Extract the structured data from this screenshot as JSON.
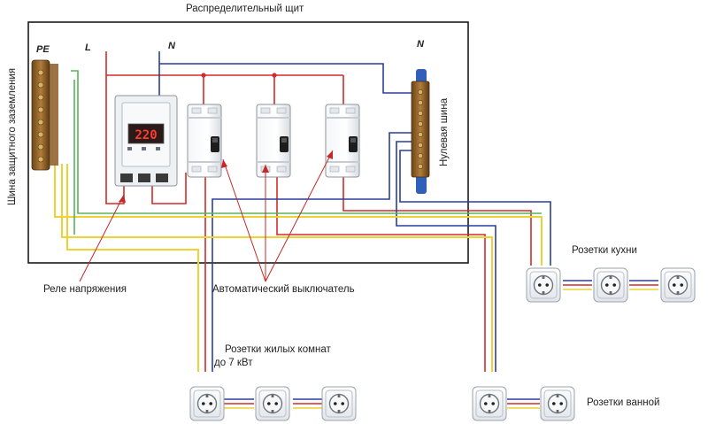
{
  "panel_title": "Распределительный щит",
  "terminals": {
    "pe": "PE",
    "line": "L",
    "neutral_top": "N",
    "neutral_bus": "N"
  },
  "side_labels": {
    "ground_bus": "Шина защитного заземления",
    "neutral_bus": "Нулевая шина"
  },
  "relay_display": "220",
  "callouts": {
    "voltage_relay": "Реле напряжения",
    "circuit_breaker": "Автоматический выключатель",
    "living_rooms_line1": "Розетки жилых комнат",
    "living_rooms_line2": "до 7 кВт",
    "kitchen": "Розетки кухни",
    "bathroom": "Розетки ванной"
  },
  "colors": {
    "phase": "#d42a2a",
    "neutral": "#2b3f9c",
    "ground": "#ecd233",
    "green_wire": "#59b35a",
    "frame": "#1a1a1a",
    "bus_brass": "#9a6a2f",
    "cap_blue": "#2f5fb8"
  }
}
